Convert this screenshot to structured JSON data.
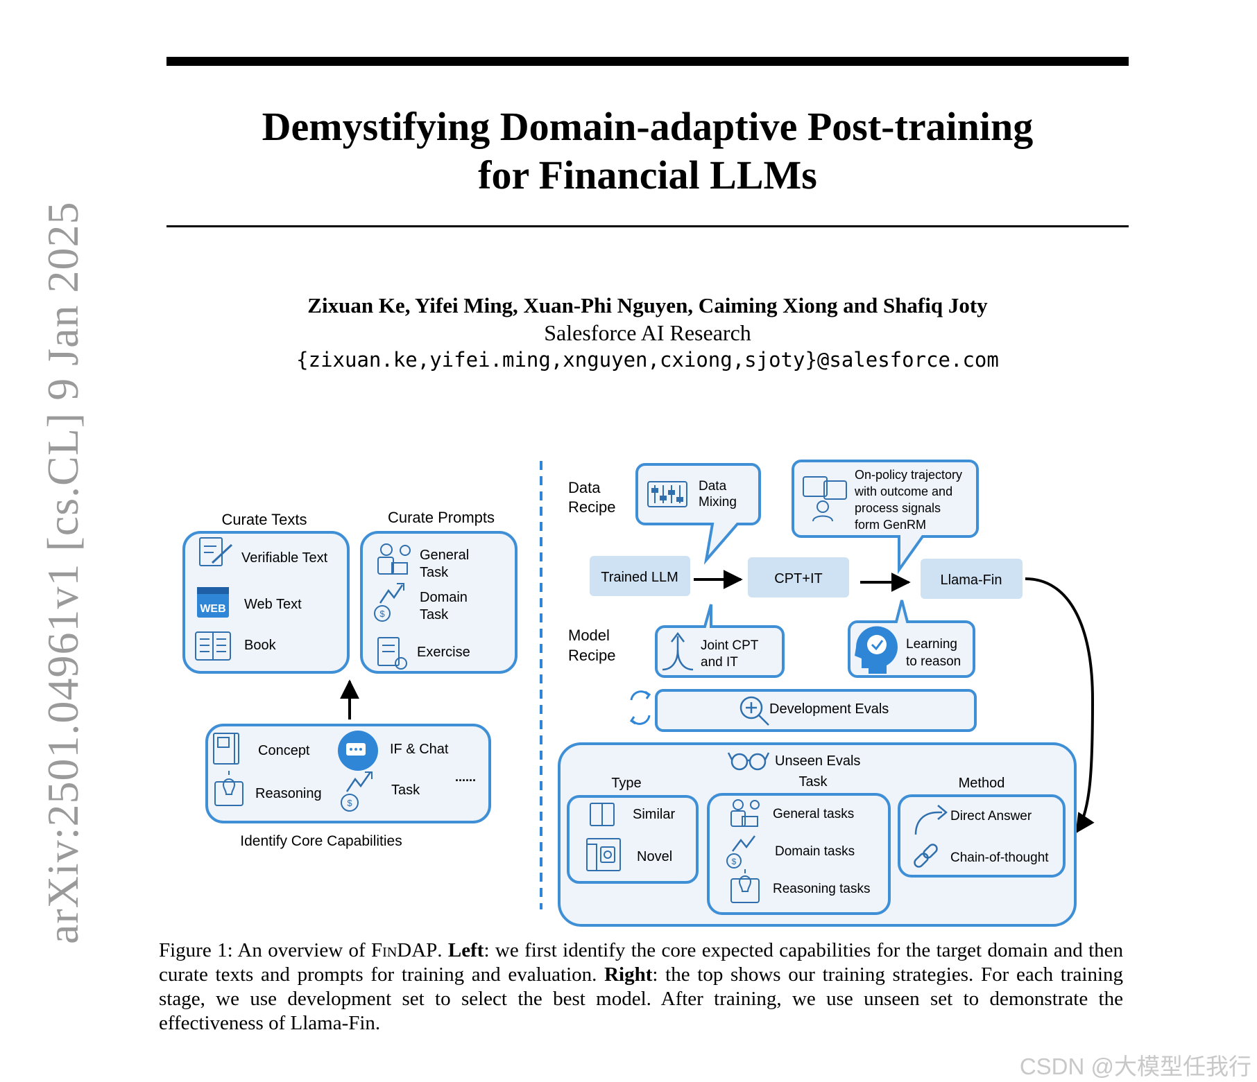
{
  "arxiv_id": "arXiv:2501.04961v1  [cs.CL]  9 Jan 2025",
  "title_line1": "Demystifying Domain-adaptive Post-training",
  "title_line2": "for Financial LLMs",
  "authors": "Zixuan Ke, Yifei Ming, Xuan-Phi Nguyen, Caiming Xiong and Shafiq Joty",
  "affiliation": "Salesforce AI Research",
  "emails": "{zixuan.ke,yifei.ming,xnguyen,cxiong,sjoty}@salesforce.com",
  "figure": {
    "left": {
      "curate_texts": "Curate Texts",
      "curate_prompts": "Curate Prompts",
      "verifiable_text": "Verifiable Text",
      "web_badge": "WEB",
      "web_text": "Web Text",
      "book": "Book",
      "general_task_1": "General",
      "general_task_2": "Task",
      "domain_task_1": "Domain",
      "domain_task_2": "Task",
      "exercise": "Exercise",
      "concept": "Concept",
      "if_chat": "IF & Chat",
      "reasoning": "Reasoning",
      "task": "Task",
      "ellipsis": "......",
      "identify": "Identify Core Capabilities"
    },
    "right": {
      "data_recipe_1": "Data",
      "data_recipe_2": "Recipe",
      "data_mixing_1": "Data",
      "data_mixing_2": "Mixing",
      "onpolicy_1": "On-policy trajectory",
      "onpolicy_2": "with outcome and",
      "onpolicy_3": "process signals",
      "onpolicy_4": "form GenRM",
      "trained_llm": "Trained LLM",
      "cpt_it": "CPT+IT",
      "llama_fin": "Llama-Fin",
      "model_recipe_1": "Model",
      "model_recipe_2": "Recipe",
      "joint_cpt_1": "Joint CPT",
      "joint_cpt_2": "and IT",
      "learning_1": "Learning",
      "learning_2": "to reason",
      "dev_evals": "Development Evals",
      "unseen_evals": "Unseen Evals",
      "type": "Type",
      "task": "Task",
      "method": "Method",
      "similar": "Similar",
      "novel": "Novel",
      "general_tasks": "General tasks",
      "domain_tasks": "Domain tasks",
      "reasoning_tasks": "Reasoning tasks",
      "direct_answer": "Direct Answer",
      "chain_of_thought": "Chain-of-thought"
    },
    "colors": {
      "box_border": "#3f8fd6",
      "box_fill": "#eef4fa",
      "node_fill": "#cfe2f3",
      "icon": "#2f6fad",
      "badge": "#2f86d6"
    }
  },
  "caption": {
    "label": "Figure 1:",
    "t1": " An overview of ",
    "findap": "FinDAP",
    "t2": ". ",
    "left_bold": "Left",
    "t3": ": we first identify the core expected capabilities for the target domain and then curate texts and prompts for training and evaluation. ",
    "right_bold": "Right",
    "t4": ": the top shows our training strategies. For each training stage, we use development set to select the best model. After training, we use unseen set to demonstrate the effectiveness of Llama-Fin."
  },
  "watermark": "CSDN @大模型任我行"
}
